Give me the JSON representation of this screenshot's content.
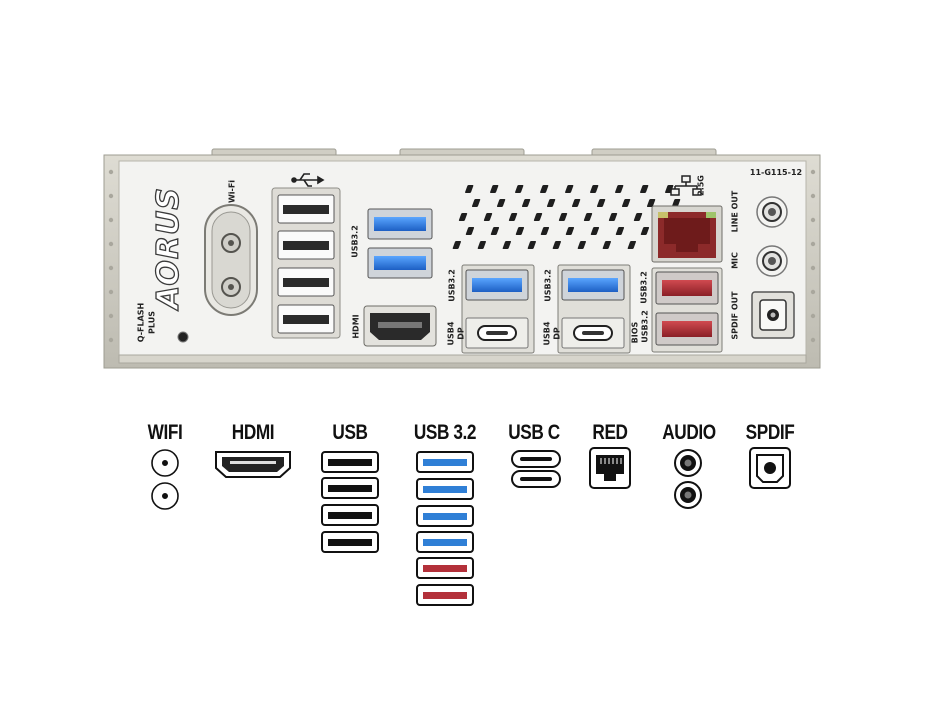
{
  "panel": {
    "brand_logo": "AORUS",
    "labels": {
      "wifi": "Wi-Fi",
      "qflash": "Q-FLASH",
      "qflash_plus": "PLUS",
      "usb32_left": "USB3.2",
      "hdmi": "HDMI",
      "usb32_mid1": "USB3.2",
      "usb4_dp_1a": "USB4",
      "usb4_dp_1b": "DP",
      "usb32_mid2": "USB3.2",
      "usb4_dp_2a": "USB4",
      "usb4_dp_2b": "DP",
      "usb32_red": "USB3.2",
      "bios": "BIOS",
      "bios_usb": "USB3.2",
      "lan_speed": "2.5G",
      "model_code": "11-G115-12",
      "line_out": "LINE OUT",
      "mic": "MIC",
      "spdif_out": "SPDIF OUT"
    }
  },
  "legend": {
    "wifi": "WIFI",
    "hdmi": "HDMI",
    "usb": "USB",
    "usb32": "USB 3.2",
    "usbc": "USB C",
    "red": "RED",
    "audio": "AUDIO",
    "spdif": "SPDIF"
  },
  "colors": {
    "usb32_blue": "#2f7fd6",
    "usb32_red": "#b3303a",
    "lan_red": "#9b2a2a",
    "panel_bg": "#f3f3f1",
    "frame": "#c9c7bd"
  }
}
